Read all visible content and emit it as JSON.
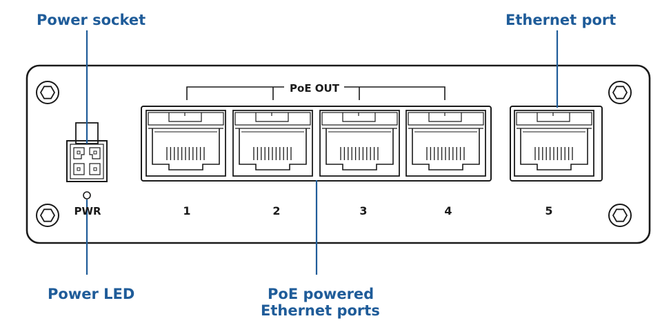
{
  "colors": {
    "callout": "#1f5c99",
    "line": "#1a1a1a",
    "background": "#ffffff"
  },
  "callouts": {
    "power_socket": "Power socket",
    "ethernet_port": "Ethernet port",
    "power_led": "Power LED",
    "poe_powered_line1": "PoE powered",
    "poe_powered_line2": "Ethernet ports"
  },
  "panel": {
    "poe_out_label": "PoE OUT",
    "pwr_label": "PWR",
    "port_numbers": [
      "1",
      "2",
      "3",
      "4",
      "5"
    ]
  }
}
